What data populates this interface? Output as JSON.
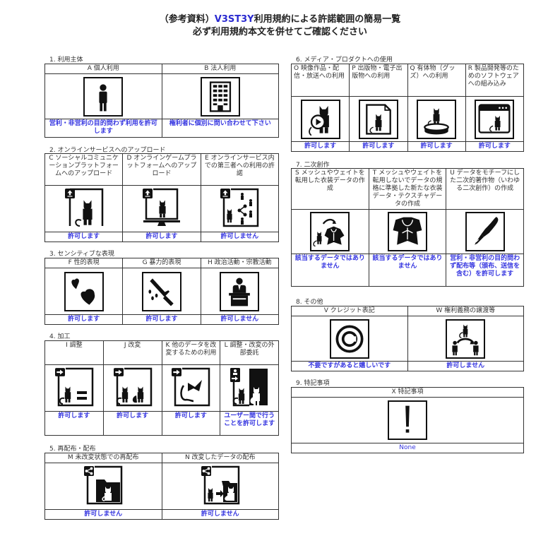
{
  "title": {
    "line1_prefix": "（参考資料）",
    "line1_accent": "V3ST3Y",
    "line1_suffix": "利用規約による許諾範囲の簡易一覧",
    "line2": "必ず利用規約本文を併せてご確認ください"
  },
  "colors": {
    "accent": "#2a2ad0",
    "status": "#3535e0",
    "border": "#333333"
  },
  "sections": [
    {
      "label": "1. 利用主体",
      "items": [
        {
          "header": "A 個人利用",
          "icon": "person-icon",
          "status": "営利・非営利の目的問わず利用を許可します"
        },
        {
          "header": "B 法人利用",
          "icon": "building-icon",
          "status": "権利者に個別に問い合わせて下さい"
        }
      ]
    },
    {
      "label": "2. オンラインサービスへのアップロード",
      "items": [
        {
          "header": "C ソーシャルコミュニケーションプラットフォームへのアップロード",
          "icon": "upload-sns-icon",
          "status": "許可します"
        },
        {
          "header": "D オンラインゲームプラットフォームへのアップロード",
          "icon": "upload-game-icon",
          "status": "許可します"
        },
        {
          "header": "E オンラインサービス内での第三者への利用の許諾",
          "icon": "upload-share-icon",
          "status": "許可しません"
        }
      ]
    },
    {
      "label": "3. センシティブな表現",
      "items": [
        {
          "header": "F 性的表現",
          "icon": "hearts-icon",
          "status": "許可します"
        },
        {
          "header": "G 暴力的表現",
          "icon": "knife-icon",
          "status": "許可します"
        },
        {
          "header": "H 政治活動・宗教活動",
          "icon": "podium-icon",
          "status": "許可しません"
        }
      ]
    },
    {
      "label": "4. 加工",
      "items": [
        {
          "header": "I 調整",
          "icon": "adjust-icon",
          "status": "許可します"
        },
        {
          "header": "J 改変",
          "icon": "modify-icon",
          "status": "許可します"
        },
        {
          "header": "K 他のデータを改変するための利用",
          "icon": "reuse-icon",
          "status": "許可します"
        },
        {
          "header": "L 調整・改変の外部委託",
          "icon": "outsource-icon",
          "status": "ユーザー間で行うことを許可します"
        }
      ]
    },
    {
      "label": "5. 再配布・配布",
      "items": [
        {
          "header": "M 未改変状態での再配布",
          "icon": "redistribute-icon",
          "status": "許可しません"
        },
        {
          "header": "N 改変したデータの配布",
          "icon": "distribute-modified-icon",
          "status": "許可しません"
        }
      ]
    },
    {
      "label": "6. メディア・プロダクトへの使用",
      "items": [
        {
          "header": "O 映像作品・配信・放送への利用",
          "icon": "video-icon",
          "status": "許可します"
        },
        {
          "header": "P 出版物・電子出版物への利用",
          "icon": "publication-icon",
          "status": "許可します"
        },
        {
          "header": "Q 有体物（グッズ）への利用",
          "icon": "goods-icon",
          "status": "許可します"
        },
        {
          "header": "R 製品開発等のためのソフトウェアへの組み込み",
          "icon": "software-icon",
          "status": "許可します"
        }
      ]
    },
    {
      "label": "7. 二次創作",
      "items": [
        {
          "header": "S メッシュやウェイトを転用した衣装データの作成",
          "icon": "cloth-convert-icon",
          "status": "該当するデータではありません"
        },
        {
          "header": "T メッシュやウェイトを転用しないでデータの規格に準拠した新たな衣装データ・テクスチャデータの作成",
          "icon": "cloth-icon",
          "status": "該当するデータではありません"
        },
        {
          "header": "U データをモチーフにした二次的著作物（いわゆる二次創作）の作成",
          "icon": "pen-icon",
          "status": "営利・非営利の目的問わず配布等（頒布、送信を含む）を許可します"
        }
      ]
    },
    {
      "label": "8. その他",
      "items": [
        {
          "header": "V クレジット表記",
          "icon": "copyright-icon",
          "status": "不要ですがあると嬉しいです"
        },
        {
          "header": "W 権利義務の譲渡等",
          "icon": "transfer-icon",
          "status": "許可しません"
        }
      ]
    },
    {
      "label": "9. 特記事項",
      "items": [
        {
          "header": "X 特記事項",
          "icon": "exclamation-icon",
          "status": "None"
        }
      ]
    }
  ]
}
